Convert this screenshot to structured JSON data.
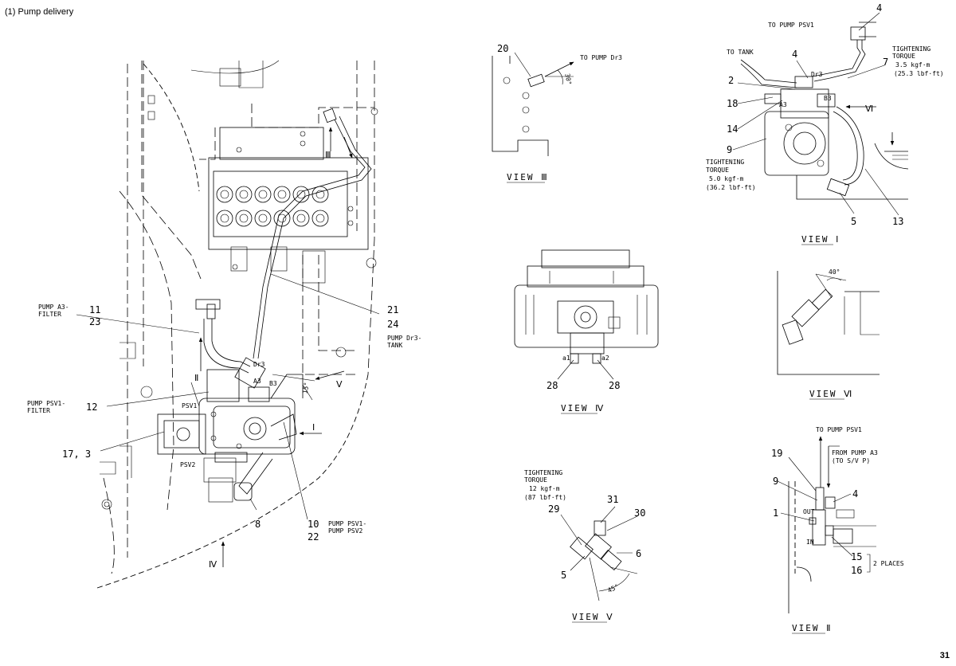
{
  "page": {
    "heading": "(1) Pump delivery",
    "page_number": "31"
  },
  "main": {
    "labels": {
      "pump_a3_filter_1": "PUMP A3-",
      "pump_a3_filter_2": "FILTER",
      "pump_psv1_filter_1": "PUMP PSV1-",
      "pump_psv1_filter_2": "FILTER",
      "pump_dr3_tank_1": "PUMP Dr3-",
      "pump_dr3_tank_2": "TANK",
      "pump_psv1_psv2_1": "PUMP PSV1-",
      "pump_psv1_psv2_2": "PUMP PSV2",
      "port_dr3": "Dr3",
      "port_a3": "A3",
      "port_b3": "B3",
      "port_psv1": "PSV1",
      "port_psv2": "PSV2",
      "angle_15": "15°"
    },
    "callouts": {
      "c11": "11",
      "c23": "23",
      "c21": "21",
      "c24": "24",
      "c12": "12",
      "c17_3": "17, 3",
      "c8": "8",
      "c10": "10",
      "c22": "22"
    },
    "view_markers": {
      "m1": "Ⅰ",
      "m2": "Ⅱ",
      "m3": "Ⅲ",
      "m4": "Ⅳ",
      "m5": "Ⅴ"
    }
  },
  "view3": {
    "title": "VIEW Ⅲ",
    "to_pump": "TO PUMP Dr3",
    "angle": "30°",
    "c20": "20"
  },
  "view1": {
    "title": "VIEW Ⅰ",
    "to_pump_psv1": "TO PUMP PSV1",
    "to_tank": "TO TANK",
    "torque_right": [
      "TIGHTENING",
      "TORQUE",
      "3.5 kgf·m",
      "(25.3 lbf·ft)"
    ],
    "torque_left": [
      "TIGHTENING",
      "TORQUE",
      "5.0 kgf·m",
      "(36.2 lbf·ft)"
    ],
    "port_dr3": "Dr3",
    "port_a3": "A3",
    "port_b3": "B3",
    "marker": "Ⅵ",
    "c4a": "4",
    "c4b": "4",
    "c7": "7",
    "c2": "2",
    "c18": "18",
    "c14": "14",
    "c9": "9",
    "c5": "5",
    "c13": "13"
  },
  "view4": {
    "title": "VIEW Ⅳ",
    "port_a1": "a1",
    "port_a2": "a2",
    "c28a": "28",
    "c28b": "28"
  },
  "view6": {
    "title": "VIEW Ⅵ",
    "angle": "40°"
  },
  "view5": {
    "title": "VIEW Ⅴ",
    "torque": [
      "TIGHTENING",
      "TORQUE",
      "12 kgf·m",
      "(87 lbf·ft)"
    ],
    "angle": "45°",
    "c29": "29",
    "c31": "31",
    "c30": "30",
    "c6": "6",
    "c5": "5"
  },
  "view2": {
    "title": "VIEW Ⅱ",
    "to_pump_psv1": "TO PUMP PSV1",
    "from_pump_a3_1": "FROM PUMP A3",
    "from_pump_a3_2": "(TO S/V P)",
    "port_out": "OUT",
    "port_in": "IN",
    "places": "2 PLACES",
    "c19": "19",
    "c9": "9",
    "c4": "4",
    "c1": "1",
    "c15": "15",
    "c16": "16"
  }
}
